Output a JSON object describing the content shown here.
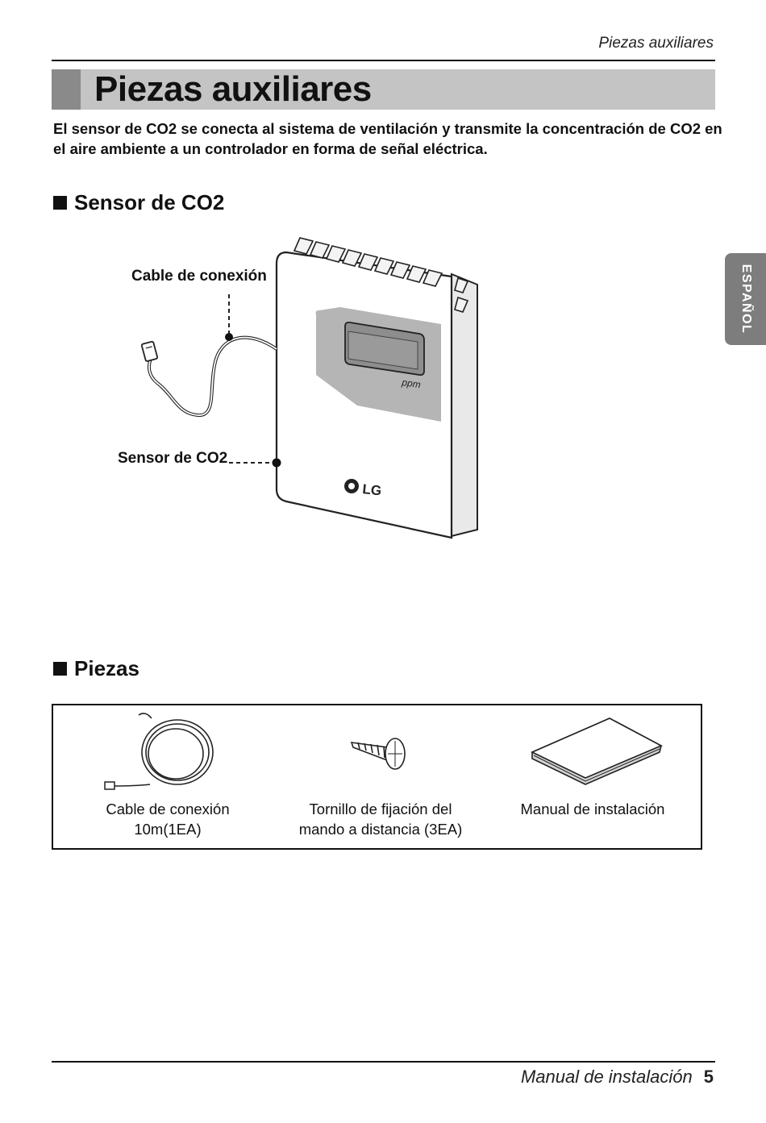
{
  "header": {
    "running_title": "Piezas auxiliares"
  },
  "title": "Piezas auxiliares",
  "intro": "El sensor de CO2 se conecta al sistema de ventilación y transmite la concentración de CO2 en el aire ambiente a un controlador en forma de señal eléctrica.",
  "sensor_section": {
    "heading": "Sensor de CO2",
    "callouts": {
      "cable": "Cable de conexión",
      "sensor": "Sensor de CO2"
    },
    "device": {
      "display_unit": "ppm",
      "logo_text": "LG"
    }
  },
  "parts_section": {
    "heading": "Piezas",
    "items": [
      {
        "line1": "Cable de conexión",
        "line2": "10m(1EA)",
        "icon": "cable-coil-icon"
      },
      {
        "line1": "Tornillo de fijación del",
        "line2": "mando a distancia (3EA)",
        "icon": "screw-icon"
      },
      {
        "line1": "Manual de instalación",
        "line2": "",
        "icon": "manual-book-icon"
      }
    ]
  },
  "side_tab": {
    "label": "ESPAÑOL"
  },
  "footer": {
    "doc_name": "Manual de instalación",
    "page_number": "5"
  }
}
